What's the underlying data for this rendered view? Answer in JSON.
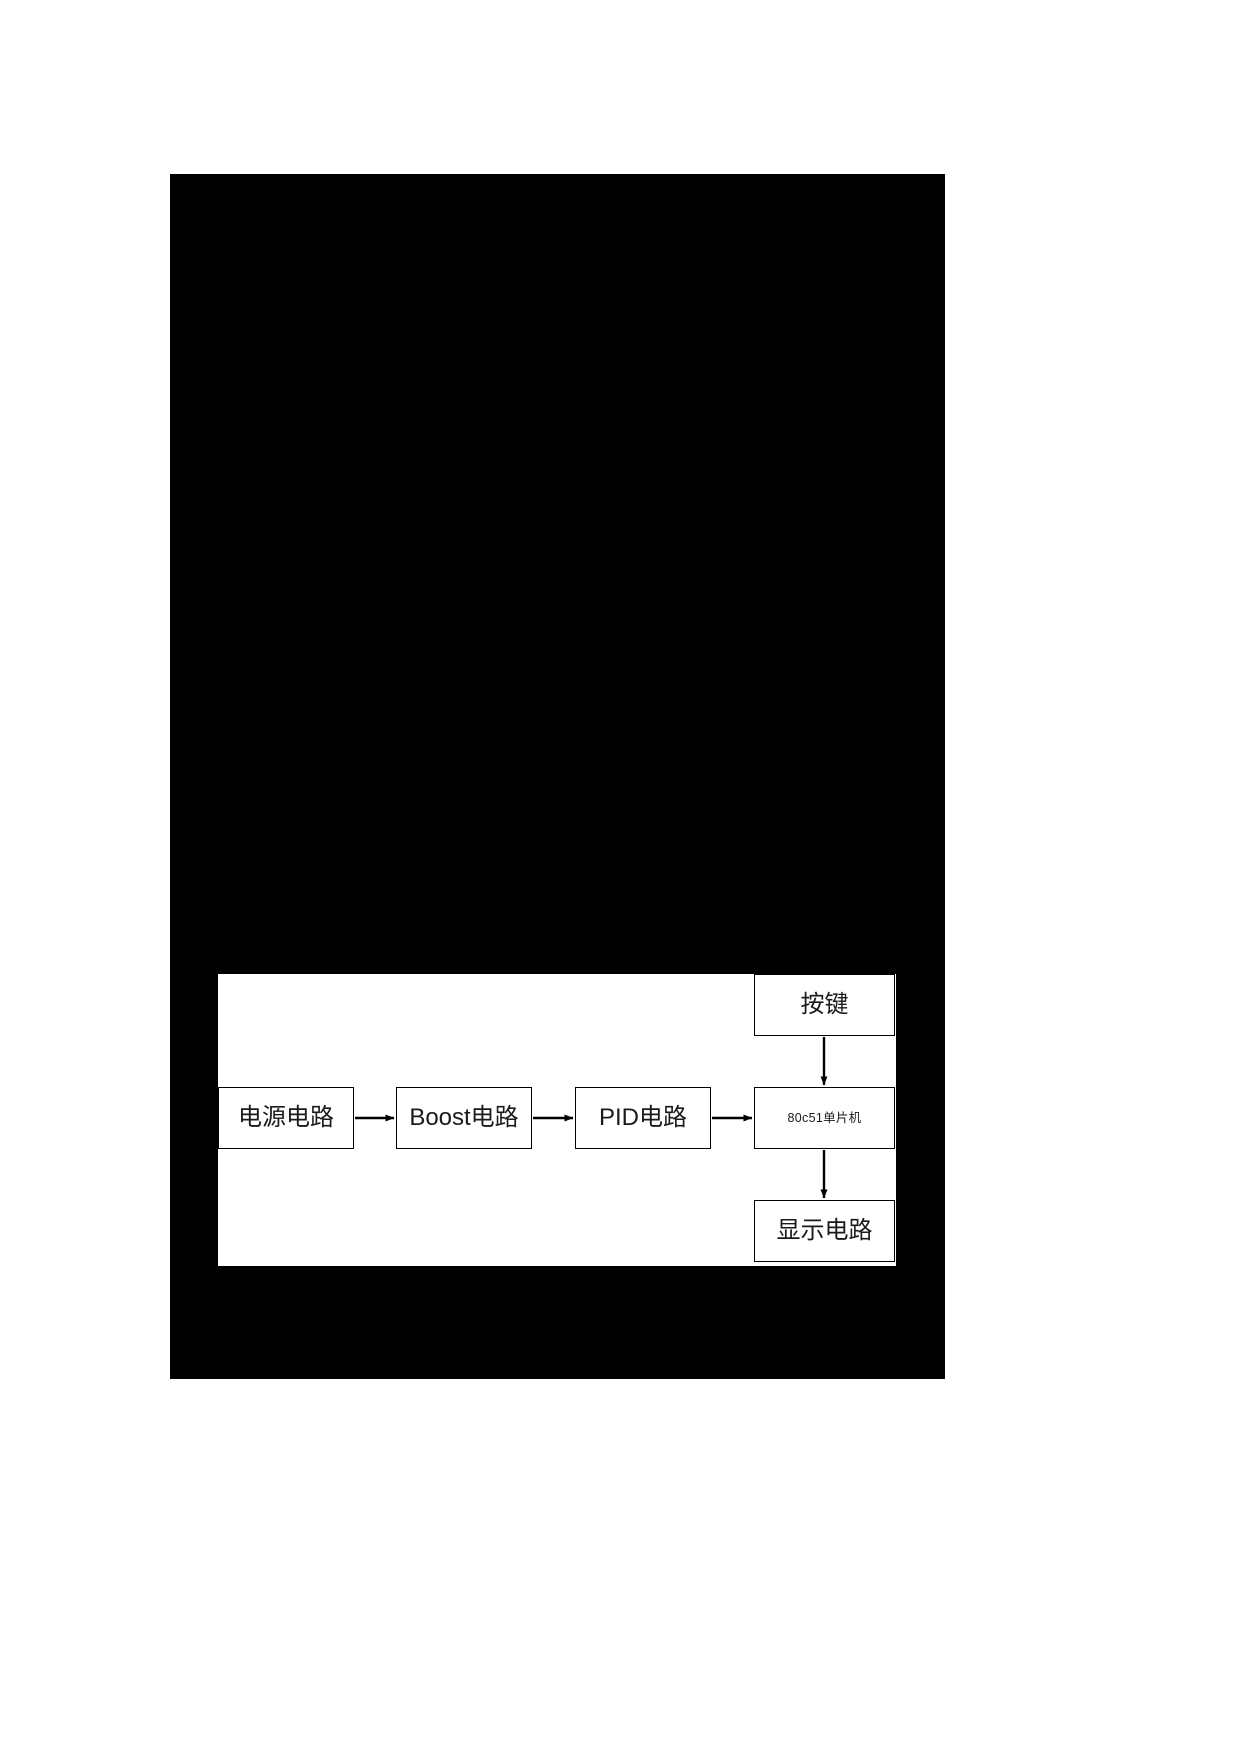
{
  "document": {
    "background_color": "#000000",
    "page_color": "#ffffff",
    "ink_color": "#1a1a1a"
  },
  "diagram": {
    "type": "block-diagram",
    "title": "",
    "canvas_color": "#ffffff",
    "nodes": [
      {
        "id": "power",
        "label": "电源电路",
        "text_size": "large"
      },
      {
        "id": "boost",
        "label": "Boost电路",
        "text_size": "large"
      },
      {
        "id": "pid",
        "label": "PID电路",
        "text_size": "large"
      },
      {
        "id": "mcu",
        "label": "80c51单片机",
        "text_size": "small"
      },
      {
        "id": "key",
        "label": "按键",
        "text_size": "large"
      },
      {
        "id": "display",
        "label": "显示电路",
        "text_size": "large"
      }
    ],
    "edges": [
      {
        "from": "power",
        "to": "boost",
        "direction": "right"
      },
      {
        "from": "boost",
        "to": "pid",
        "direction": "right"
      },
      {
        "from": "pid",
        "to": "mcu",
        "direction": "right"
      },
      {
        "from": "key",
        "to": "mcu",
        "direction": "down"
      },
      {
        "from": "mcu",
        "to": "display",
        "direction": "down"
      }
    ],
    "edge_color": "#000000"
  }
}
